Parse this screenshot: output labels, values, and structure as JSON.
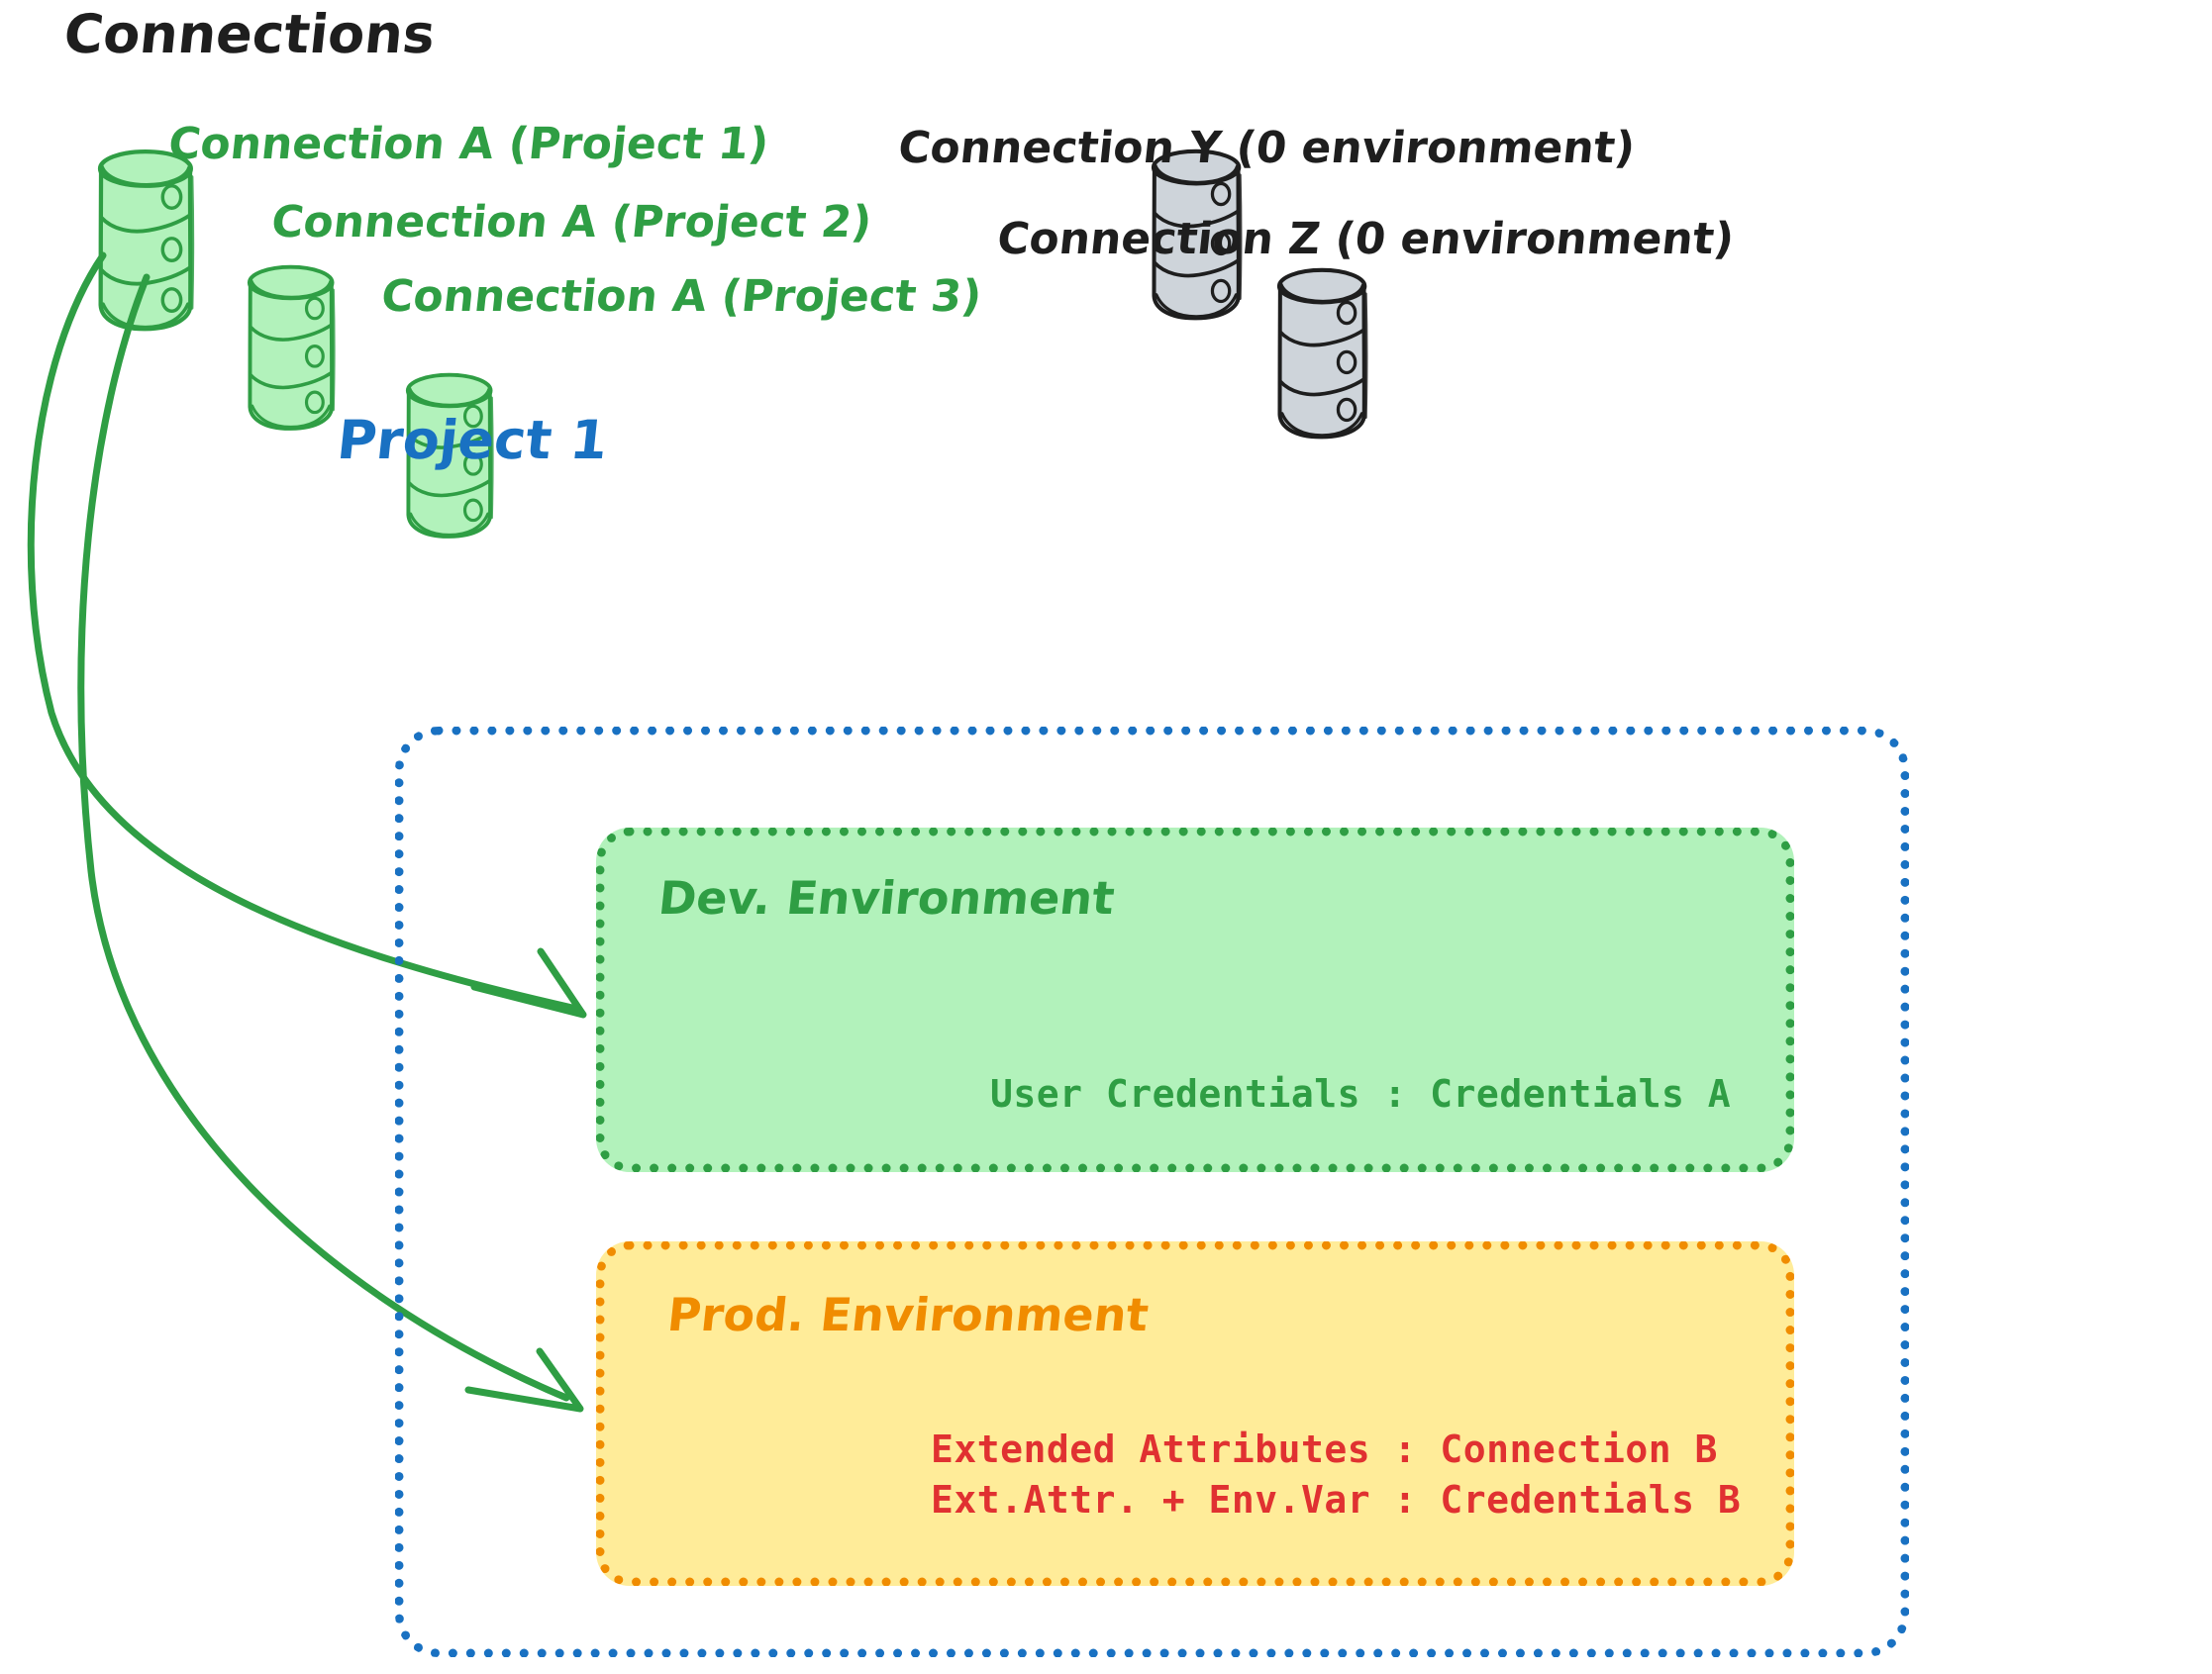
{
  "diagram": {
    "title": "Connections",
    "connections_green": [
      {
        "label": "Connection A (Project 1)",
        "color": "#2f9e44",
        "icon": "database-cylinder-icon"
      },
      {
        "label": "Connection A (Project 2)",
        "color": "#2f9e44",
        "icon": "database-cylinder-icon"
      },
      {
        "label": "Connection A (Project 3)",
        "color": "#2f9e44",
        "icon": "database-cylinder-icon"
      }
    ],
    "connections_gray": [
      {
        "label": "Connection Y (0 environment)",
        "color": "#1e1e1e",
        "icon": "database-cylinder-icon"
      },
      {
        "label": "Connection Z (0 environment)",
        "color": "#1e1e1e",
        "icon": "database-cylinder-icon"
      }
    ],
    "project": {
      "label": "Project 1",
      "color": "#1971c2",
      "environments": [
        {
          "name": "Dev. Environment",
          "fill": "#b2f2bb",
          "border": "#2f9e44",
          "text_color": "#2f9e44",
          "lines": [
            "User Credentials : Credentials A"
          ]
        },
        {
          "name": "Prod. Environment",
          "fill": "#ffec99",
          "border": "#f08c00",
          "text_color": "#e03131",
          "lines": [
            "Extended Attributes : Connection B",
            "Ext.Attr. + Env.Var : Credentials B"
          ]
        }
      ]
    },
    "arrows": [
      {
        "from": "Connection A (Project 1)",
        "to": "Dev. Environment",
        "color": "#2f9e44"
      },
      {
        "from": "Connection A (Project 1)",
        "to": "Prod. Environment",
        "color": "#2f9e44"
      }
    ],
    "colors": {
      "green_stroke": "#2f9e44",
      "green_fill": "#b2f2bb",
      "gray_fill": "#ced4da",
      "gray_stroke": "#1e1e1e",
      "blue": "#1971c2",
      "orange": "#f08c00",
      "yellow_fill": "#ffec99",
      "red": "#e03131",
      "black": "#1e1e1e"
    }
  }
}
